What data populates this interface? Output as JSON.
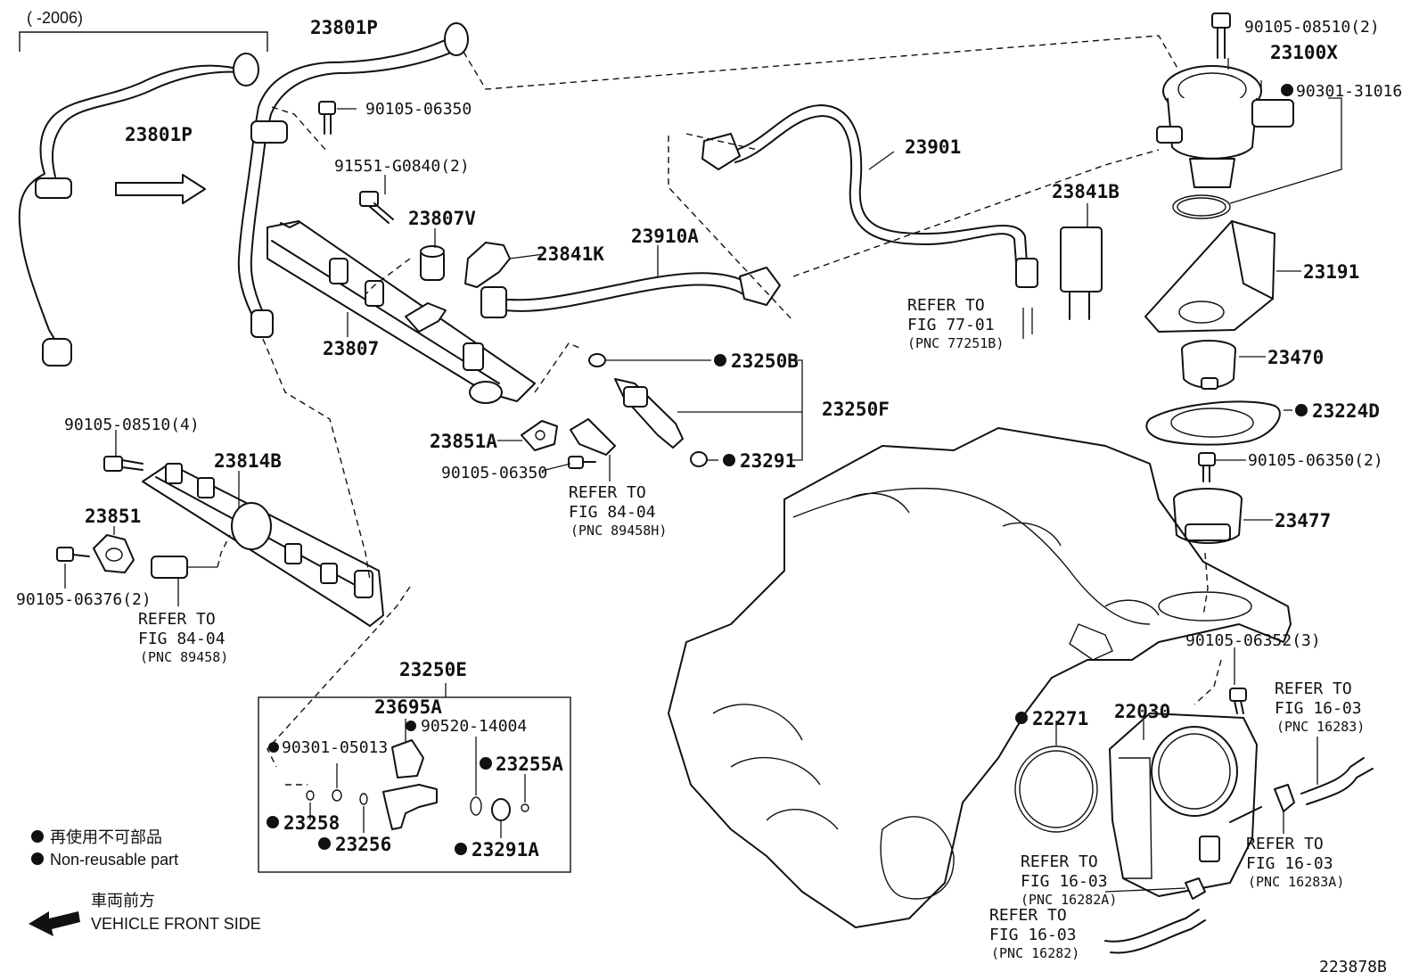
{
  "header": {
    "range": "(     -2006)"
  },
  "labels": {
    "l23801P_top": "23801P",
    "l23801P_left": "23801P",
    "l90105_06350_a": "90105-06350",
    "l91551": "91551-G0840(2)",
    "l23807V": "23807V",
    "l23841K": "23841K",
    "l23910A": "23910A",
    "l23807": "23807",
    "l23901": "23901",
    "l23841B": "23841B",
    "ref77_1": "REFER TO",
    "ref77_2": "FIG 77-01",
    "ref77_3": "(PNC 77251B)",
    "l90105_08510_2": "90105-08510(2)",
    "l23100X": "23100X",
    "l90301_31016": "90301-31016",
    "l23191": "23191",
    "l23470": "23470",
    "l23224D": "23224D",
    "l90105_06350_2": "90105-06350(2)",
    "l23477": "23477",
    "l23250B": "23250B",
    "l23250F": "23250F",
    "l23291": "23291",
    "l23851A": "23851A",
    "l90105_06350_b": "90105-06350",
    "ref84H_1": "REFER TO",
    "ref84H_2": "FIG 84-04",
    "ref84H_3": "(PNC 89458H)",
    "l90105_08510_4": "90105-08510(4)",
    "l23814B": "23814B",
    "l23851": "23851",
    "l90105_06376": "90105-06376(2)",
    "ref84_1": "REFER TO",
    "ref84_2": "FIG 84-04",
    "ref84_3": "(PNC 89458)",
    "l23250E": "23250E",
    "l23695A": "23695A",
    "l90520": "90520-14004",
    "l90301_05013": "90301-05013",
    "l23255A": "23255A",
    "l23258": "23258",
    "l23256": "23256",
    "l23291A": "23291A",
    "l90105_06352": "90105-06352(3)",
    "l22271": "22271",
    "l22030": "22030",
    "ref16283_1": "REFER TO",
    "ref16283_2": "FIG 16-03",
    "ref16283_3": "(PNC 16283)",
    "ref16283A_1": "REFER TO",
    "ref16283A_2": "FIG 16-03",
    "ref16283A_3": "(PNC 16283A)",
    "ref16282A_1": "REFER TO",
    "ref16282A_2": "FIG 16-03",
    "ref16282A_3": "(PNC 16282A)",
    "ref16282_1": "REFER TO",
    "ref16282_2": "FIG 16-03",
    "ref16282_3": "(PNC 16282)"
  },
  "legend": {
    "jp": "再使用不可部品",
    "en": "Non-reusable part",
    "front_jp": "車両前方",
    "front_en": "VEHICLE FRONT SIDE"
  },
  "figure_id": "223878B"
}
